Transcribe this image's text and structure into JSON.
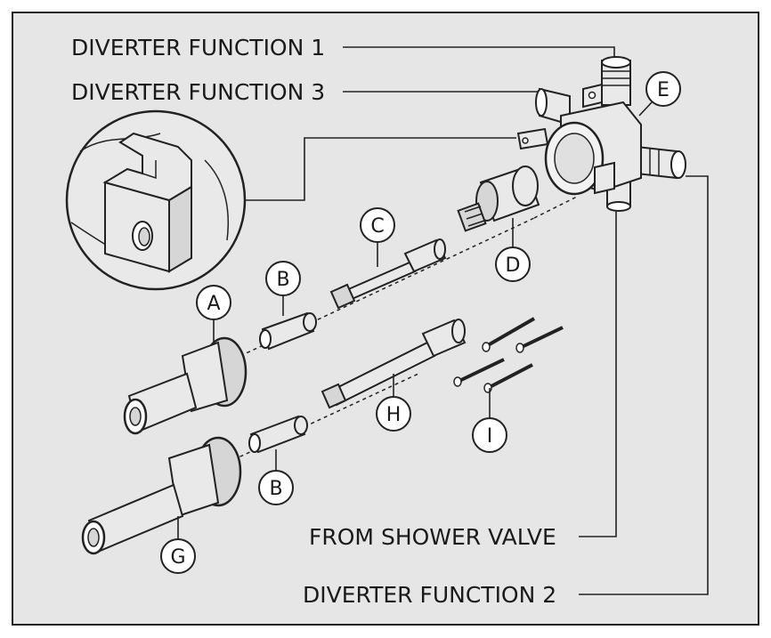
{
  "callouts": {
    "diverter_function_1": "DIVERTER FUNCTION 1",
    "diverter_function_3": "DIVERTER FUNCTION 3",
    "from_shower_valve": "FROM SHOWER VALVE",
    "diverter_function_2": "DIVERTER FUNCTION 2"
  },
  "parts": {
    "a": "A",
    "b_upper": "B",
    "b_lower": "B",
    "c": "C",
    "d": "D",
    "e": "E",
    "g": "G",
    "h": "H",
    "i": "I"
  },
  "colors": {
    "panel": "#e6e6e6",
    "part_fill": "#e9e9e9",
    "outline": "#222222"
  }
}
